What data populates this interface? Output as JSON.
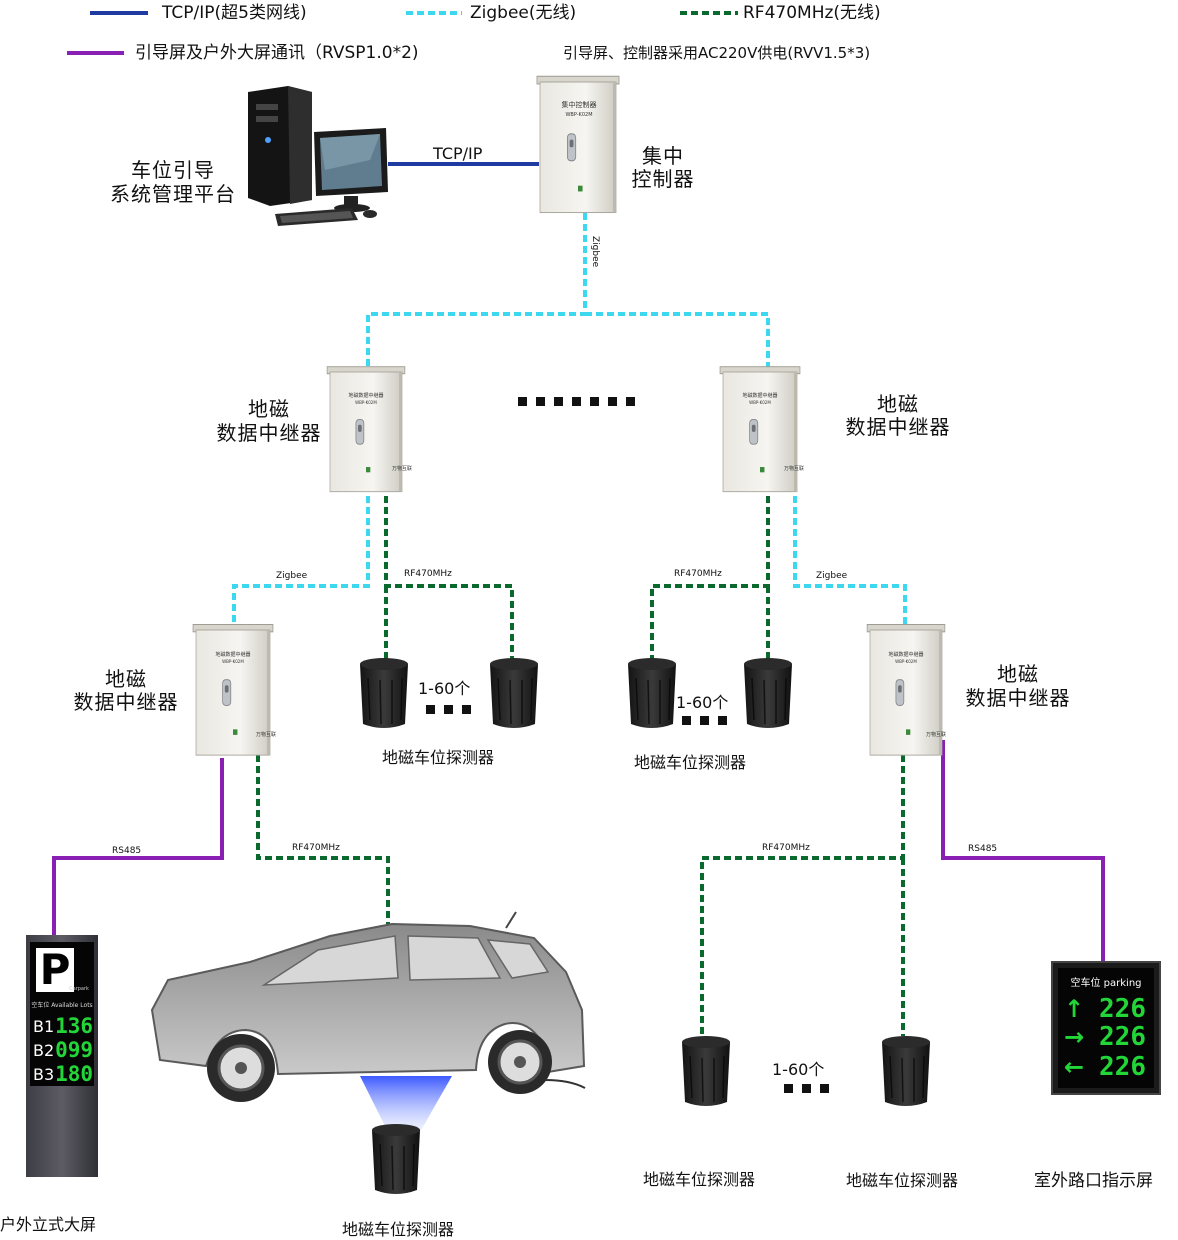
{
  "legend": {
    "tcp": "TCP/IP(超5类网线)",
    "zigbee": "Zigbee(无线)",
    "rf": "RF470MHz(无线)",
    "rvsp": "引导屏及户外大屏通讯（RVSP1.0*2)",
    "power": "引导屏、控制器采用AC220V供电(RVV1.5*3)"
  },
  "colors": {
    "tcp": "#1f3aa0",
    "zigbee": "#3cd8f0",
    "rf": "#0a6a2e",
    "rs485": "#8a1fb4",
    "led_green": "#22d638"
  },
  "platform": {
    "line1": "车位引导",
    "line2": "系统管理平台"
  },
  "controller": {
    "line1": "集中",
    "line2": "控制器",
    "plate1": "集中控制器",
    "plate2": "WBP-K02M"
  },
  "relay": {
    "line1": "地磁",
    "line2": "数据中继器",
    "plate1": "地磁数据中继器",
    "plate2": "WBP-K02M",
    "brand": "万物互联"
  },
  "links": {
    "tcp": "TCP/IP",
    "zigbee": "Zigbee",
    "rf": "RF470MHz",
    "rs485": "RS485"
  },
  "count_label": "1-60个",
  "detector_label": "地磁车位探测器",
  "outdoor_screen": {
    "label": "户外立式大屏",
    "p": "P",
    "carpark": "Carpark",
    "avail": "空车位  Available Lots",
    "rows": [
      {
        "floor": "B1",
        "value": "136"
      },
      {
        "floor": "B2",
        "value": "099"
      },
      {
        "floor": "B3",
        "value": "180"
      }
    ]
  },
  "road_screen": {
    "label": "室外路口指示屏",
    "title": "空车位 parking",
    "rows": [
      {
        "arrow": "↑",
        "value": "226"
      },
      {
        "arrow": "→",
        "value": "226"
      },
      {
        "arrow": "←",
        "value": "226"
      }
    ]
  }
}
